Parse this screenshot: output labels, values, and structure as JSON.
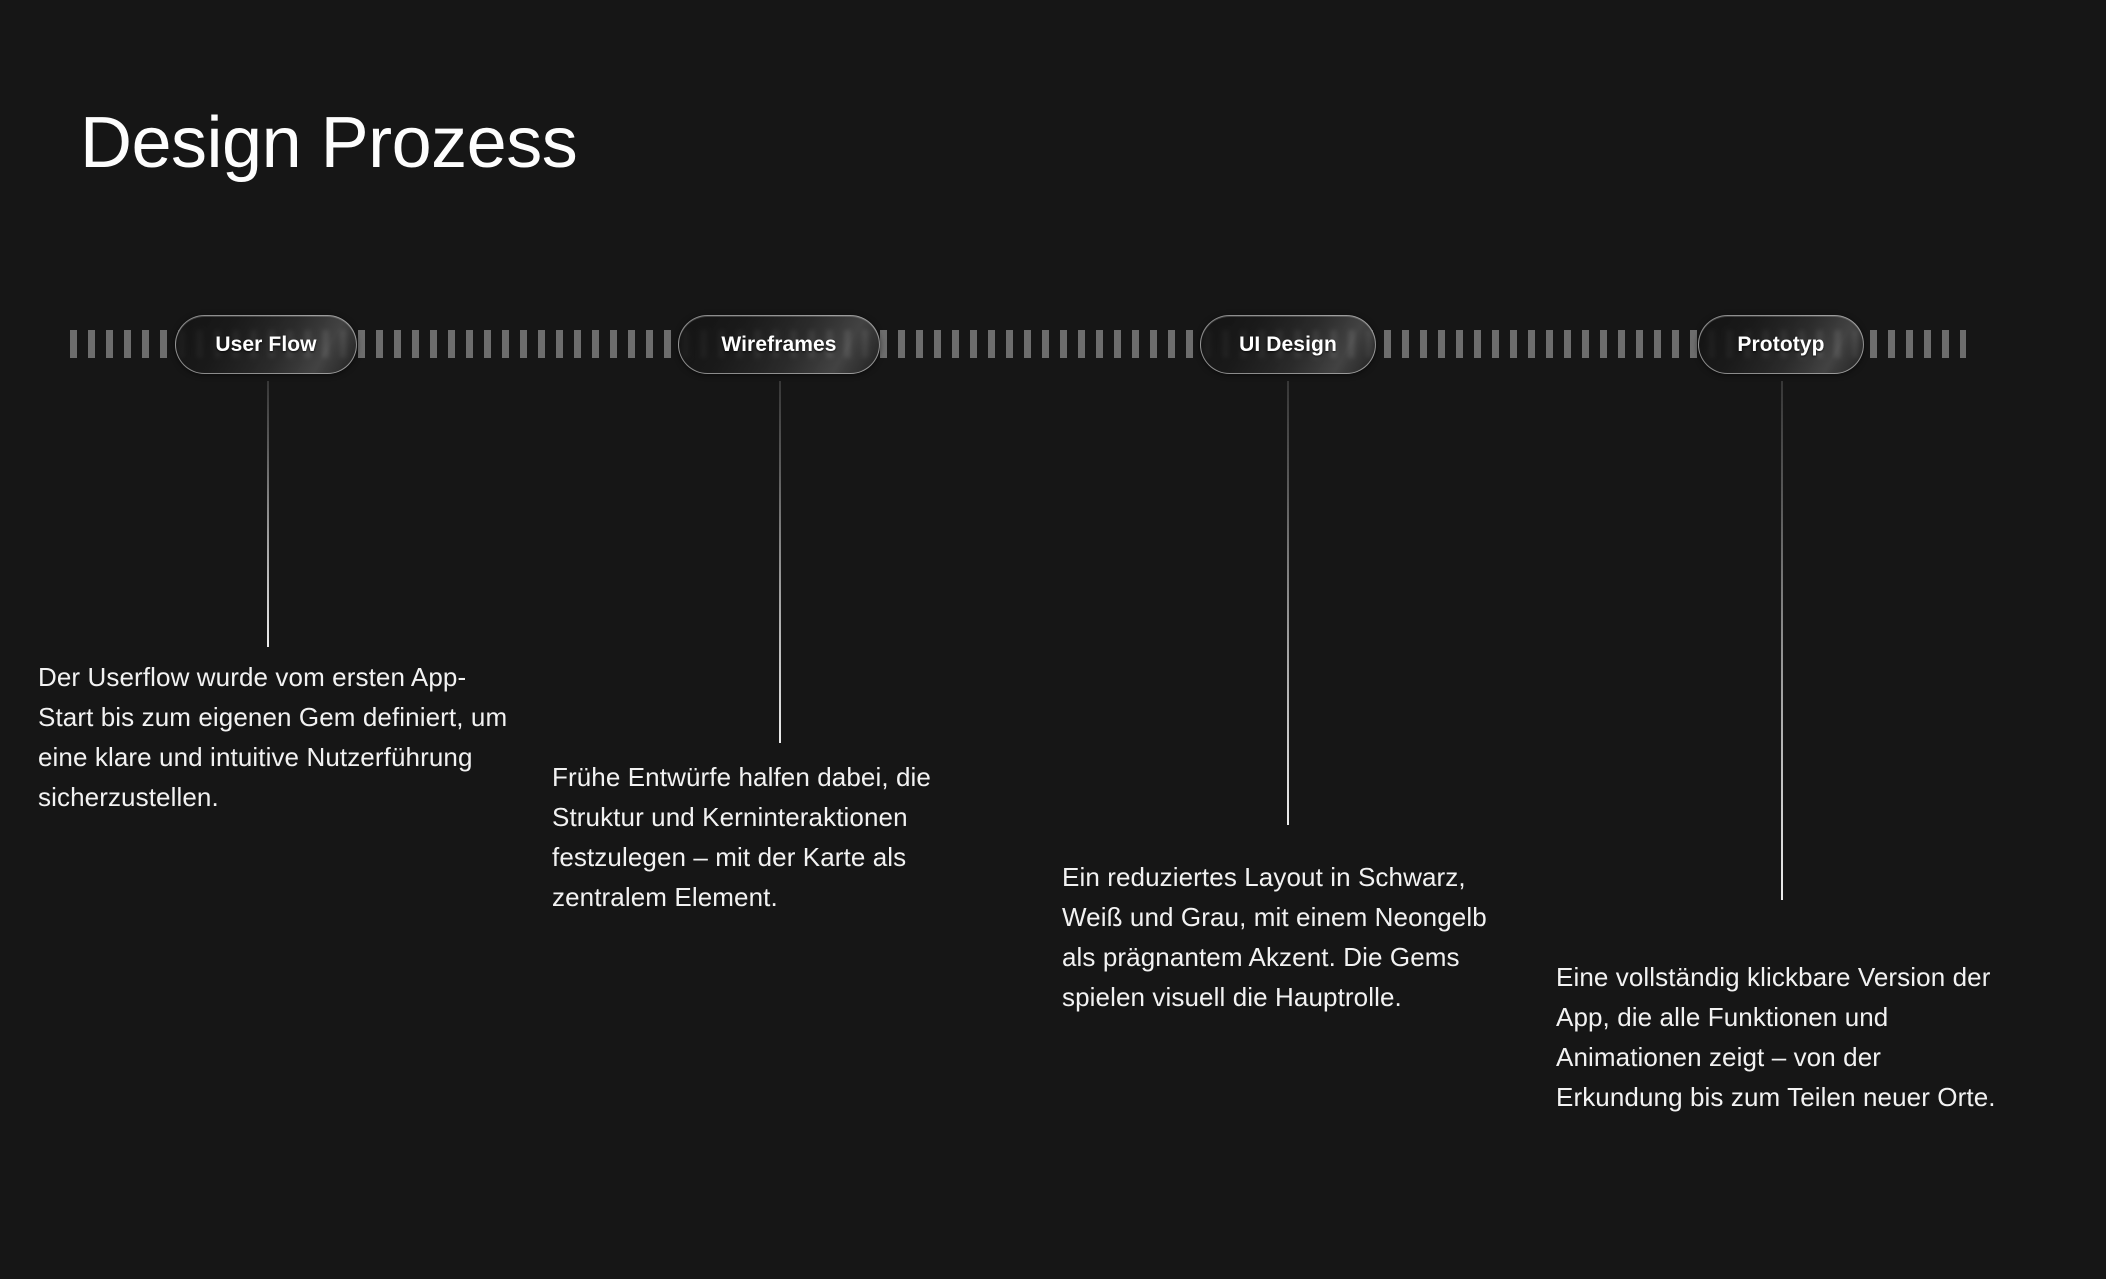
{
  "page": {
    "title": "Design Prozess",
    "background_color": "#161616",
    "text_color": "#f2f2f2",
    "tick_color": "#6d6d6d"
  },
  "timeline": {
    "steps": [
      {
        "id": "user-flow",
        "label": "User Flow",
        "description": "Der Userflow wurde vom ersten App-Start bis zum eigenen Gem definiert, um eine klare und intuitive Nutzerführung sicherzustellen."
      },
      {
        "id": "wireframes",
        "label": "Wireframes",
        "description": "Frühe Entwürfe halfen dabei, die Struktur und Kerninteraktionen festzulegen – mit der Karte als zentralem Element."
      },
      {
        "id": "ui-design",
        "label": "UI Design",
        "description": "Ein reduziertes Layout in Schwarz, Weiß und Grau, mit einem Neongelb als prägnantem Akzent. Die Gems spielen visuell die Hauptrolle."
      },
      {
        "id": "prototyp",
        "label": "Prototyp",
        "description": "Eine vollständig klickbare Version der App, die alle Funktionen und Animationen zeigt – von der Erkundung bis zum Teilen neuer Orte."
      }
    ]
  }
}
